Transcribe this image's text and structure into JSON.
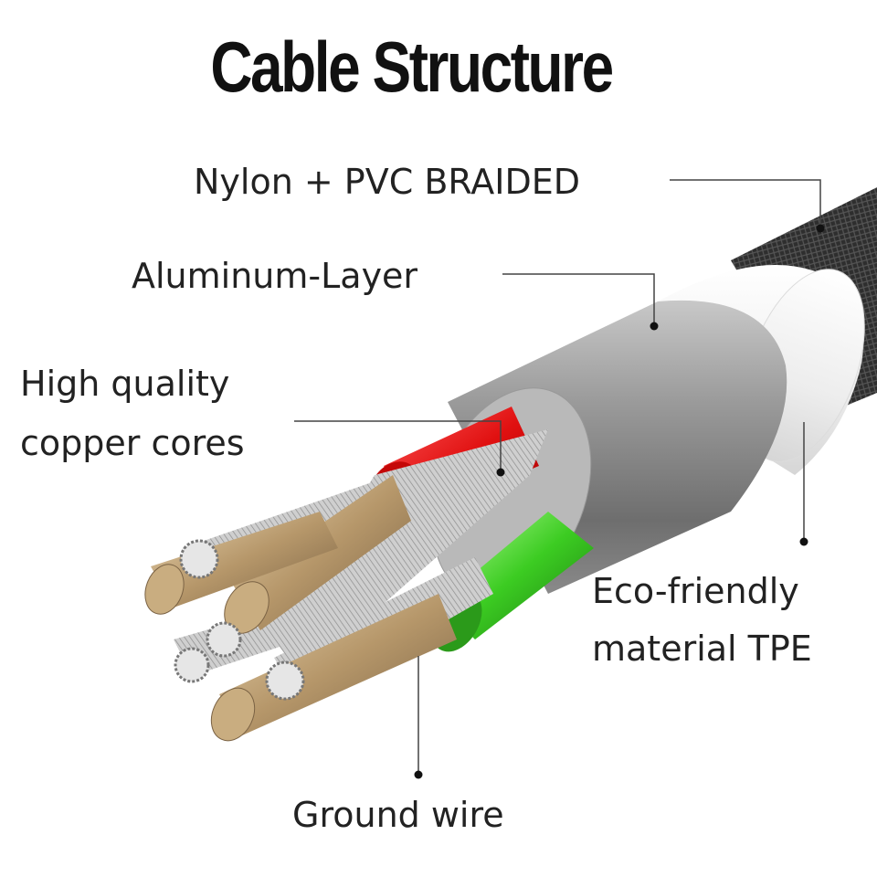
{
  "title": "Cable Structure",
  "labels": {
    "braid": "Nylon + PVC BRAIDED",
    "aluminum": "Aluminum-Layer",
    "copper_line1": "High quality",
    "copper_line2": "copper cores",
    "tpe_line1": "Eco-friendly",
    "tpe_line2": "material TPE",
    "ground": "Ground wire"
  },
  "colors": {
    "braid": "#2b2b2b",
    "tpe_jacket": "#f4f4f4",
    "aluminum": "#8d8d8d",
    "red_core": "#e01010",
    "green_core": "#30c020",
    "copper": "#b89b6e",
    "strands": "#d4d4d4"
  }
}
